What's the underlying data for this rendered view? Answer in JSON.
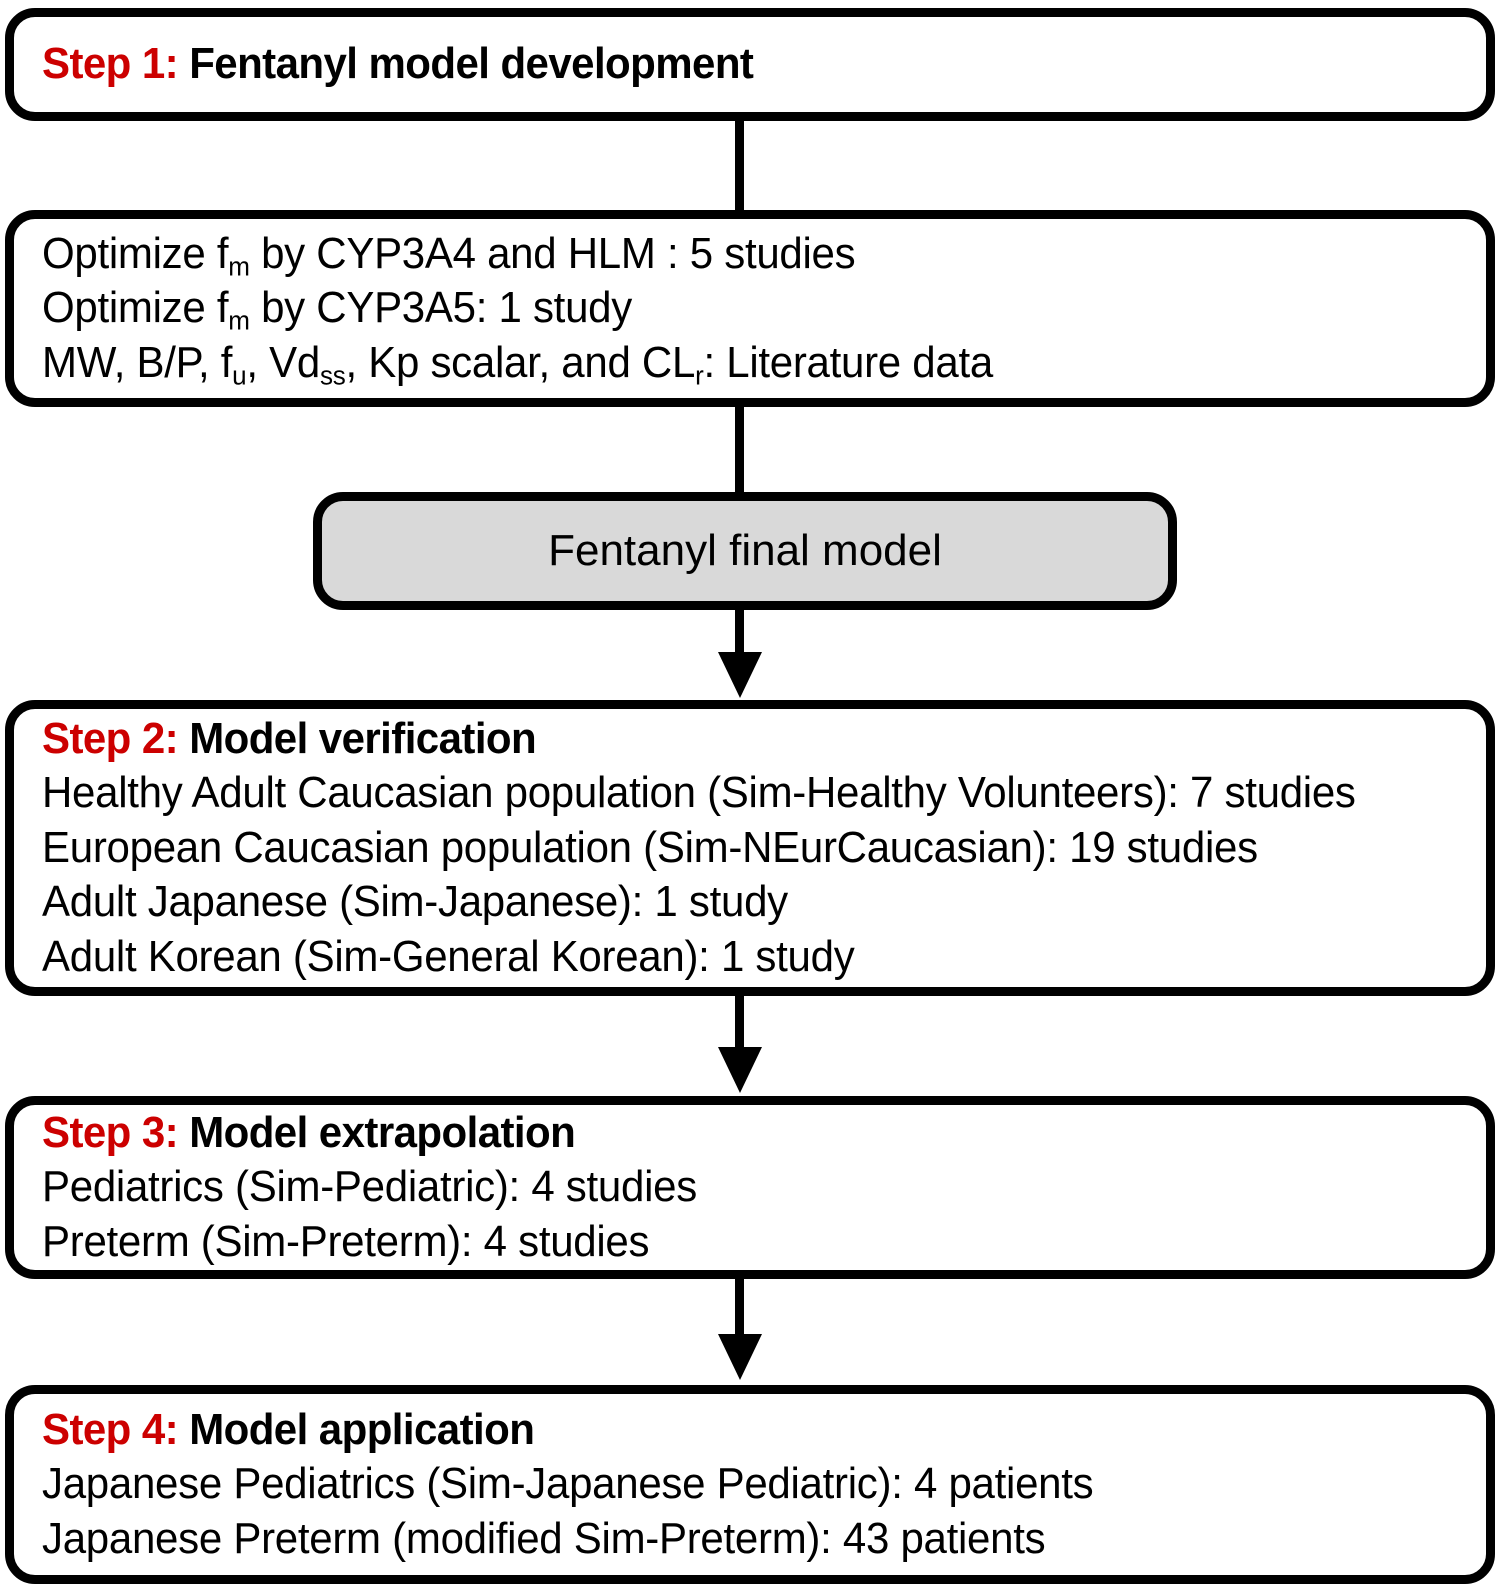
{
  "colors": {
    "step_label": "#cc0000",
    "box_border": "#000000",
    "box_fill": "#ffffff",
    "final_model_fill": "#d9d9d9",
    "text": "#000000"
  },
  "flowchart": {
    "type": "vertical-flow-diagram",
    "nodes": [
      {
        "id": "step1",
        "step_label": "Step 1:",
        "heading": "Fentanyl model development",
        "lines": []
      },
      {
        "id": "parameters",
        "step_label": "",
        "heading": "",
        "lines": [
          "Optimize fm by CYP3A4 and HLM : 5 studies",
          "Optimize fm by CYP3A5: 1 study",
          "MW,  B/P,  fu,  Vdss,  Kp scalar, and CLr: Literature data"
        ]
      },
      {
        "id": "final-model",
        "step_label": "",
        "heading": "",
        "lines": [
          "Fentanyl final model"
        ]
      },
      {
        "id": "step2",
        "step_label": "Step 2:",
        "heading": "Model verification",
        "lines": [
          "Healthy Adult Caucasian population (Sim-Healthy Volunteers): 7 studies",
          "European Caucasian population (Sim-NEurCaucasian): 19 studies",
          "Adult Japanese (Sim-Japanese): 1 study",
          "Adult Korean (Sim-General Korean): 1 study"
        ]
      },
      {
        "id": "step3",
        "step_label": "Step 3:",
        "heading": "Model extrapolation",
        "lines": [
          "Pediatrics (Sim-Pediatric): 4 studies",
          "Preterm (Sim-Preterm): 4 studies"
        ]
      },
      {
        "id": "step4",
        "step_label": "Step 4:",
        "heading": "Model application",
        "lines": [
          "Japanese Pediatrics (Sim-Japanese Pediatric): 4 patients",
          "Japanese Preterm (modified Sim-Preterm): 43 patients"
        ]
      }
    ],
    "parameter_lines_rich": {
      "line1_a": "Optimize f",
      "line1_sub": "m",
      "line1_b": " by CYP3A4 and HLM : 5 studies",
      "line2_a": "Optimize f",
      "line2_sub": "m",
      "line2_b": " by CYP3A5: 1 study",
      "line3_a": "MW,  B/P,  f",
      "line3_sub1": "u",
      "line3_b": ",  Vd",
      "line3_sub2": "ss",
      "line3_c": ",  Kp scalar, and CL",
      "line3_sub3": "r",
      "line3_d": ": Literature data"
    },
    "connectors": [
      {
        "from": "step1",
        "to": "parameters",
        "arrowhead": false
      },
      {
        "from": "parameters",
        "to": "final-model",
        "arrowhead": false
      },
      {
        "from": "final-model",
        "to": "step2",
        "arrowhead": true
      },
      {
        "from": "step2",
        "to": "step3",
        "arrowhead": true
      },
      {
        "from": "step3",
        "to": "step4",
        "arrowhead": true
      }
    ]
  }
}
